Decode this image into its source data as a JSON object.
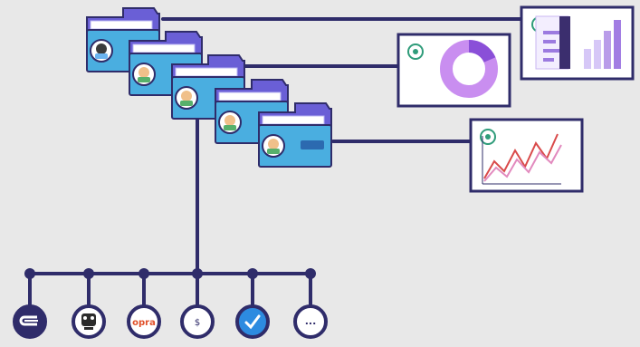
{
  "diagram": {
    "colors": {
      "background": "#e8e8e8",
      "line": "#2f2c6a",
      "folder_back": "#6a5fd6",
      "folder_front": "#4aaee0",
      "folder_tab_light": "#b9b5f3",
      "card_border": "#2f2c6a",
      "card_fill": "#ffffff",
      "accent_purple": "#b06ce6",
      "accent_pink": "#e2598f",
      "accent_red": "#d94a4a",
      "accent_blue": "#2d8be0"
    },
    "folders": [
      {
        "avatar": "robot-avatar-icon"
      },
      {
        "avatar": "person-avatar-icon"
      },
      {
        "avatar": "person-avatar-icon"
      },
      {
        "avatar": "person-avatar-icon"
      },
      {
        "avatar": "person-avatar-icon"
      }
    ],
    "cards": [
      {
        "kind": "bar-and-list-chart-card",
        "icon": "gear-badge-icon"
      },
      {
        "kind": "donut-chart-card",
        "icon": "gear-badge-icon"
      },
      {
        "kind": "line-chart-card",
        "icon": "gear-badge-icon"
      }
    ],
    "source_nodes": [
      {
        "icon": "paperclip-icon",
        "style": "filled-dark"
      },
      {
        "icon": "robot-face-icon",
        "style": "outline"
      },
      {
        "icon": "brand-logo-icon",
        "label": "opra",
        "style": "outline"
      },
      {
        "icon": "coin-icon",
        "label": "$",
        "style": "outline"
      },
      {
        "icon": "check-arrow-icon",
        "style": "filled-blue"
      },
      {
        "icon": "more-icon",
        "label": "...",
        "style": "outline"
      }
    ]
  }
}
